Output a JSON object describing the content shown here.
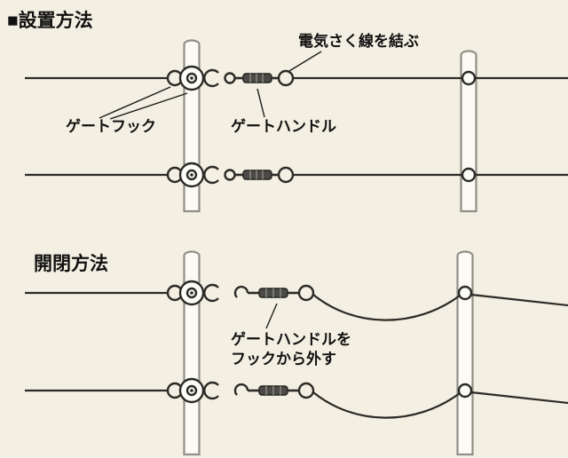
{
  "colors": {
    "background": "#f3efe2",
    "wire": "#2b2a26",
    "pole_fill": "#fbfaf3",
    "pole_stroke": "#8f8f88",
    "insulator_fill": "#fdfdf8",
    "handle_fill": "#4b4a46"
  },
  "installation": {
    "title": "■設置方法",
    "label_tie_wire": "電気さく線を結ぶ",
    "label_gate_hook": "ゲートフック",
    "label_gate_handle": "ゲートハンドル"
  },
  "operation": {
    "title": "開閉方法",
    "label_detach_line1": "ゲートハンドルを",
    "label_detach_line2": "フックから外す"
  }
}
